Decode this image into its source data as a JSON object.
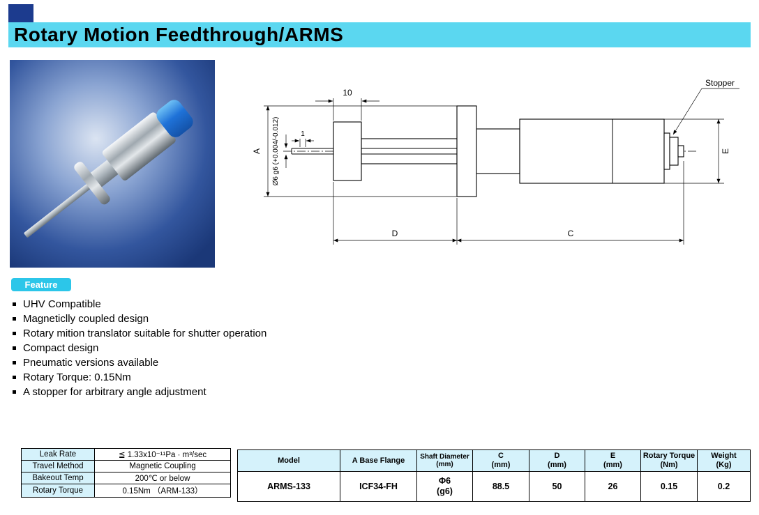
{
  "page": {
    "title": "Rotary Motion Feedthrough/ARMS"
  },
  "feature": {
    "badge": "Feature",
    "items": [
      "UHV Compatible",
      "Magneticlly coupled design",
      "Rotary mition translator suitable for shutter operation",
      "Compact design",
      "Pneumatic versions available",
      "Rotary Torque: 0.15Nm",
      "A stopper for arbitrary angle adjustment"
    ]
  },
  "drawing": {
    "dim_10": "10",
    "dim_1": "1",
    "shaft_spec": "Ø6 g6 (+0.004/-0.012)",
    "dim_a": "A",
    "dim_c": "C",
    "dim_d": "D",
    "dim_e": "E",
    "stopper_label": "Stopper"
  },
  "spec_table": {
    "rows": [
      {
        "label": "Leak Rate",
        "value": "≦ 1.33x10⁻¹¹Pa · m³/sec"
      },
      {
        "label": "Travel Method",
        "value": "Magnetic Coupling"
      },
      {
        "label": "Bakeout Temp",
        "value": "200℃ or below"
      },
      {
        "label": "Rotary Torque",
        "value": "0.15Nm （ARM-133）"
      }
    ]
  },
  "model_table": {
    "headers": [
      "Model",
      "A Base Flange",
      "Shaft Diameter\n(mm)",
      "C\n(mm)",
      "D\n(mm)",
      "E\n(mm)",
      "Rotary Torque\n(Nm)",
      "Weight\n(Kg)"
    ],
    "row": [
      "ARMS-133",
      "ICF34-FH",
      "Φ6\n(g6)",
      "88.5",
      "50",
      "26",
      "0.15",
      "0.2"
    ]
  },
  "colors": {
    "accent_cyan": "#5BD7F0",
    "badge_cyan": "#2CC6E9",
    "navy": "#1C3B8E",
    "table_header": "#D5F2FB"
  }
}
